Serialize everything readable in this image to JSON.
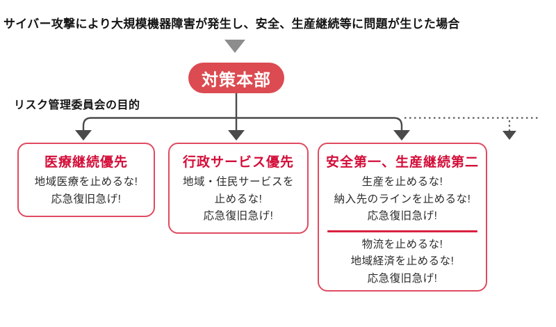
{
  "header": {
    "condition_text": "サイバー攻撃により大規模機器障害が発生し、安全、生産継続等に問題が生じた場合"
  },
  "hq": {
    "label": "対策本部"
  },
  "purpose_label": "リスク管理委員会の目的",
  "boxes": [
    {
      "id": "medical",
      "title": "医療継続優先",
      "lines": [
        "地域医療を止めるな!",
        "応急復旧急げ!"
      ]
    },
    {
      "id": "government",
      "title": "行政サービス優先",
      "lines": [
        "地域・住民サービスを",
        "止めるな!",
        "応急復旧急げ!"
      ]
    },
    {
      "id": "safety",
      "title": "安全第一、生産継続第二",
      "upper_lines": [
        "生産を止めるな!",
        "納入先のラインを止めるな!",
        "応急復旧急げ!"
      ],
      "lower_lines": [
        "物流を止めるな!",
        "地域経済を止めるな!",
        "応急復旧急げ!"
      ]
    }
  ],
  "icons": {
    "top_arrow": "down-triangle-icon",
    "branch_arrows": "arrowhead-down-icon",
    "dotted_arrow": "dotted-arrowhead-down-icon"
  },
  "colors": {
    "box_border_red": "#e04a60",
    "title_red": "#d30d38",
    "divider_red": "#d8203f",
    "hq_pill_red": "#db4b51",
    "line_gray": "#4a4a4a",
    "triangle_gray": "#8d8d8d",
    "text_black": "#141414",
    "body_text": "#2b2b2b"
  }
}
